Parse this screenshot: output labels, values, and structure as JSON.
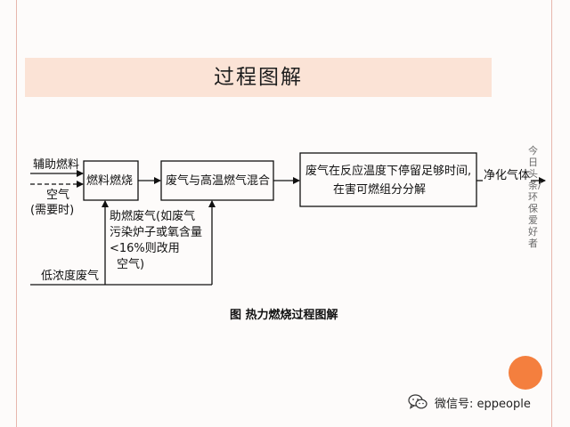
{
  "slide": {
    "title": "过程图解"
  },
  "diagram": {
    "inputs": {
      "aux_fuel": "辅助燃料",
      "air": "空气",
      "air_note": "(需要时)",
      "low_conc_gas": "低浓度废气"
    },
    "boxes": {
      "fuel_combustion": "燃料燃烧",
      "mixing": "废气与高温燃气混合",
      "reaction_line1": "废气在反应温度下停留足够时间,",
      "reaction_line2": "在害可燃组分分解"
    },
    "output": "净化气体",
    "note": {
      "line1": "助燃废气(如废气",
      "line2": "污染炉子或氧含量",
      "line3": "<16%则改用",
      "line4": "空气)"
    },
    "caption": "图  热力燃烧过程图解"
  },
  "watermark": {
    "side_text": "今日头条/环保爱好者",
    "wechat_label": "微信号: eppeople"
  },
  "colors": {
    "title_band": "#fbe3d6",
    "accent_circle": "#f47f3e",
    "border": "#e7b7ad"
  }
}
